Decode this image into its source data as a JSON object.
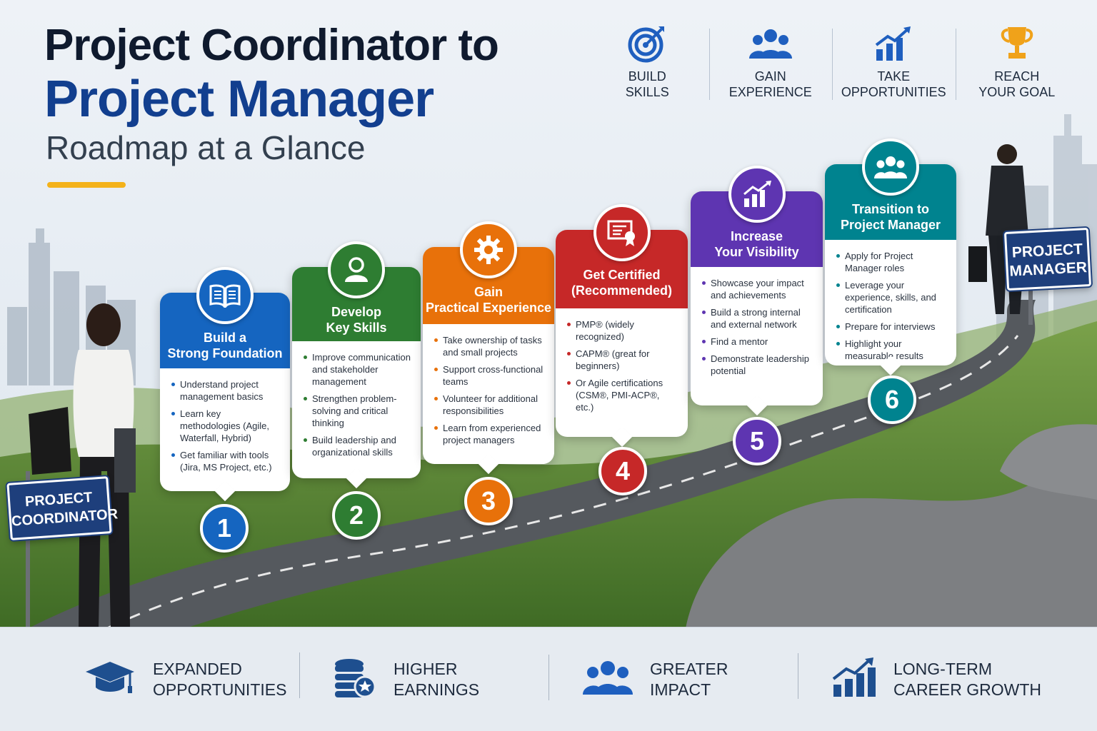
{
  "title": {
    "line1": "Project Coordinator to",
    "line2": "Project Manager",
    "subtitle": "Roadmap at a Glance"
  },
  "pillars": [
    {
      "icon": "target-icon",
      "label": "BUILD\nSKILLS"
    },
    {
      "icon": "team-icon",
      "label": "GAIN\nEXPERIENCE"
    },
    {
      "icon": "growth-chart-icon",
      "label": "TAKE\nOPPORTUNITIES"
    },
    {
      "icon": "trophy-icon",
      "label": "REACH\nYOUR GOAL"
    }
  ],
  "signs": {
    "start": "PROJECT\nCOORDINATOR",
    "end": "PROJECT\nMANAGER"
  },
  "steps": [
    {
      "number": "1",
      "color": "#1565c0",
      "icon": "book-icon",
      "title": "Build a\nStrong Foundation",
      "bullets": [
        "Understand project management basics",
        "Learn key methodologies (Agile, Waterfall, Hybrid)",
        "Get familiar with tools (Jira, MS Project, etc.)"
      ]
    },
    {
      "number": "2",
      "color": "#2e7d32",
      "icon": "person-icon",
      "title": "Develop\nKey Skills",
      "bullets": [
        "Improve communication and stakeholder management",
        "Strengthen problem-solving and critical thinking",
        "Build leadership and organizational skills"
      ]
    },
    {
      "number": "3",
      "color": "#e8710a",
      "icon": "gear-icon",
      "title": "Gain\nPractical Experience",
      "bullets": [
        "Take ownership of tasks and small projects",
        "Support cross-functional teams",
        "Volunteer for additional responsibilities",
        "Learn from experienced project managers"
      ]
    },
    {
      "number": "4",
      "color": "#c62828",
      "icon": "certificate-icon",
      "title": "Get Certified\n(Recommended)",
      "bullets": [
        "PMP® (widely recognized)",
        "CAPM® (great for beginners)",
        "Or Agile certifications (CSM®, PMI-ACP®, etc.)"
      ]
    },
    {
      "number": "5",
      "color": "#5e35b1",
      "icon": "growth-chart-icon",
      "title": "Increase\nYour Visibility",
      "bullets": [
        "Showcase your impact and achievements",
        "Build a strong internal and external network",
        "Find a mentor",
        "Demonstrate leadership potential"
      ]
    },
    {
      "number": "6",
      "color": "#00838f",
      "icon": "team-icon",
      "title": "Transition to\nProject Manager",
      "bullets": [
        "Apply for Project Manager roles",
        "Leverage your experience, skills, and certification",
        "Prepare for interviews",
        "Highlight your measurable results"
      ]
    }
  ],
  "benefits": [
    {
      "icon": "graduation-cap-icon",
      "label": "EXPANDED\nOPPORTUNITIES"
    },
    {
      "icon": "coins-icon",
      "label": "HIGHER\nEARNINGS"
    },
    {
      "icon": "team-icon",
      "label": "GREATER\nIMPACT"
    },
    {
      "icon": "growth-chart-icon",
      "label": "LONG-TERM\nCAREER GROWTH"
    }
  ],
  "colors": {
    "navy": "#123f8f",
    "accent_yellow": "#f4b21a",
    "sign_blue": "#1e3f7c",
    "icon_blue": "#1f5fbf"
  }
}
